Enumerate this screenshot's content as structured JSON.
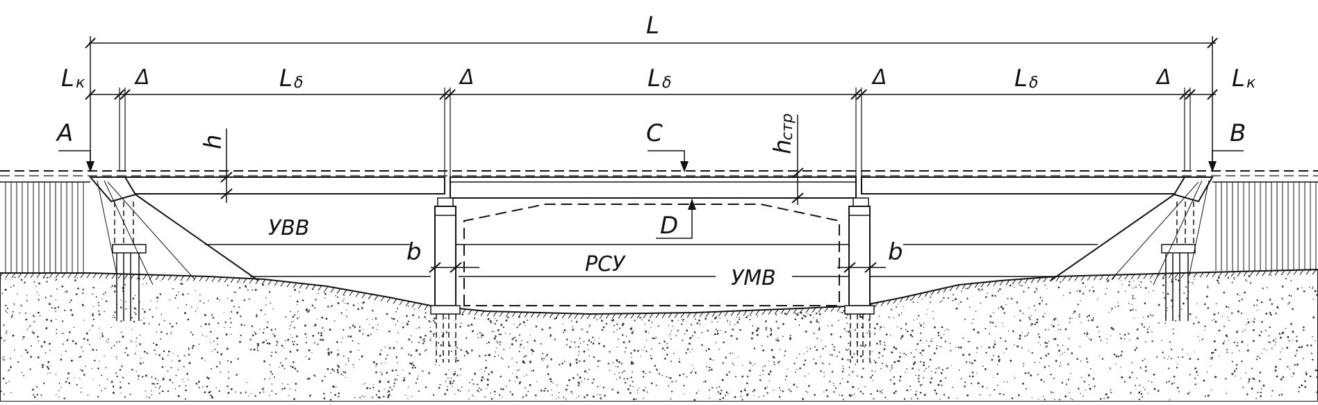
{
  "labels": {
    "total_span": "L",
    "console_main": "L",
    "console_sub": "к",
    "gap": "Δ",
    "beam_main": "L",
    "beam_sub": "δ",
    "height_h": "h",
    "height_str_main": "h",
    "height_str_sub": "стр",
    "point_a": "A",
    "point_b": "B",
    "point_c": "C",
    "point_d": "D",
    "high_water": "УВВ",
    "design_level": "РСУ",
    "low_water": "УМВ",
    "pier_width": "b"
  },
  "colors": {
    "line": "#111111",
    "soil_dot": "#333333",
    "background": "#ffffff"
  }
}
